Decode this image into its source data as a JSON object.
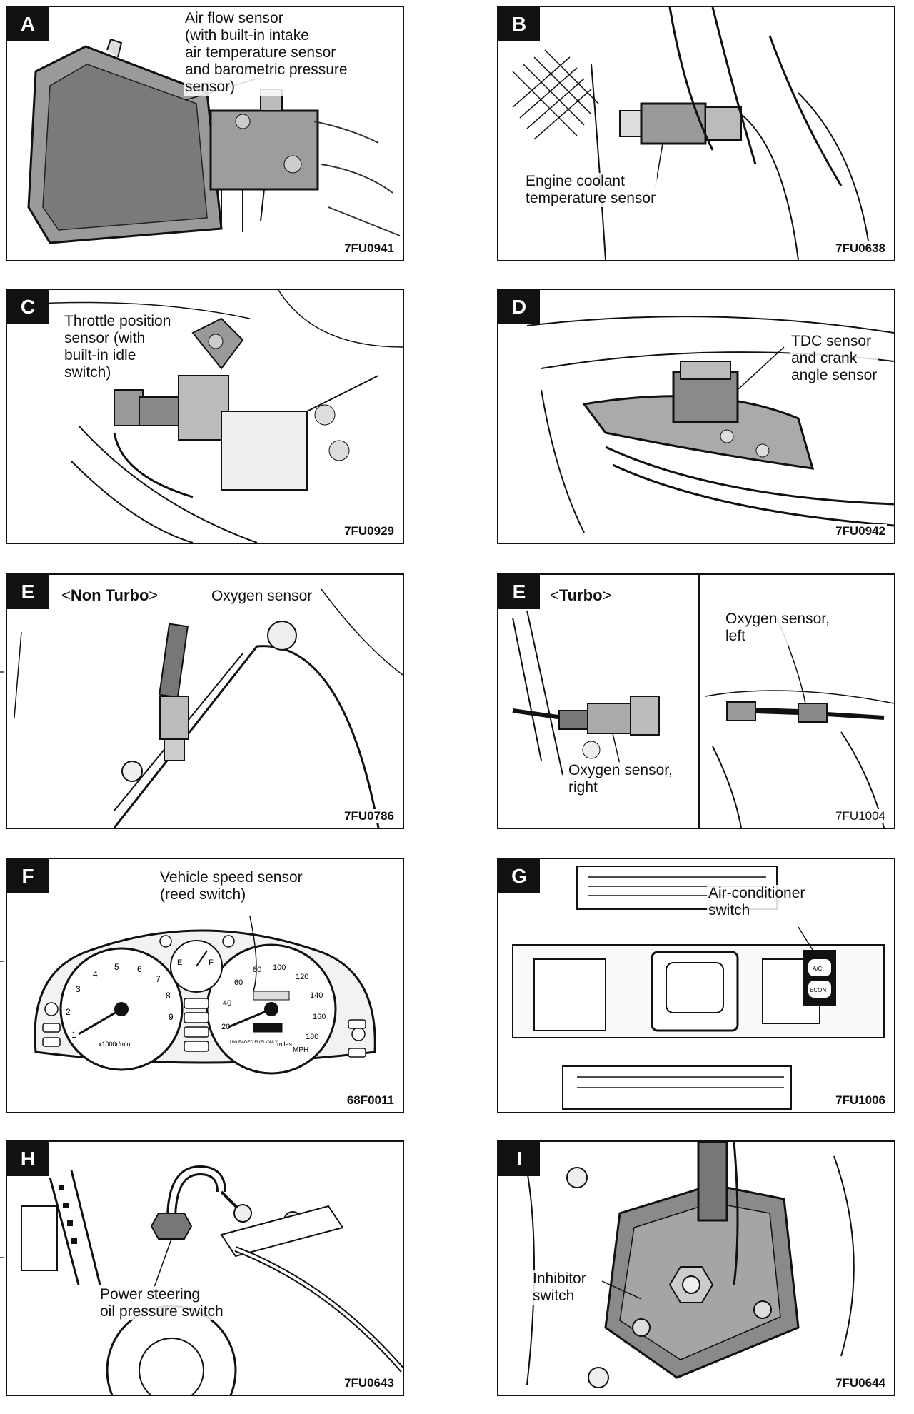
{
  "panels": {
    "A": {
      "letter": "A",
      "label": "Air flow sensor\n(with built-in intake\nair temperature sensor\nand barometric pressure\nsensor)",
      "figure": "7FU0941"
    },
    "B": {
      "letter": "B",
      "label": "Engine coolant\ntemperature sensor",
      "figure": "7FU0638"
    },
    "C": {
      "letter": "C",
      "label": "Throttle position\nsensor (with\nbuilt-in idle\nswitch)",
      "figure": "7FU0929"
    },
    "D": {
      "letter": "D",
      "label": "TDC sensor\nand crank\nangle sensor",
      "figure": "7FU0942"
    },
    "E1": {
      "letter": "E",
      "variant_open": "<",
      "variant": "Non Turbo",
      "variant_close": ">",
      "label": "Oxygen sensor",
      "figure": "7FU0786"
    },
    "E2": {
      "letter": "E",
      "variant_open": "<",
      "variant": "Turbo",
      "variant_close": ">",
      "label_left": "Oxygen sensor,\nleft",
      "label_right": "Oxygen sensor,\nright",
      "figure": "7FU1004"
    },
    "F": {
      "letter": "F",
      "label": "Vehicle speed sensor\n(reed switch)",
      "figure": "68F0011",
      "gauge": {
        "tach_nums": [
          "1",
          "2",
          "3",
          "4",
          "5",
          "6",
          "7",
          "8",
          "9"
        ],
        "tach_unit": "x1000r/min",
        "speed_nums": [
          "20",
          "40",
          "60",
          "80",
          "100",
          "120",
          "140",
          "160",
          "180"
        ],
        "speed_unit": "MPH",
        "odo_word": "miles",
        "fuel_note": "UNLEADED FUEL ONLY",
        "fuel_marks": [
          "E",
          "F"
        ]
      }
    },
    "G": {
      "letter": "G",
      "label": "Air-conditioner\nswitch",
      "figure": "7FU1006",
      "buttons": {
        "ac": "A/C",
        "econ": "ECON"
      }
    },
    "H": {
      "letter": "H",
      "label": "Power steering\noil pressure switch",
      "figure": "7FU0643"
    },
    "I": {
      "letter": "I",
      "label": "Inhibitor\nswitch",
      "figure": "7FU0644"
    }
  }
}
